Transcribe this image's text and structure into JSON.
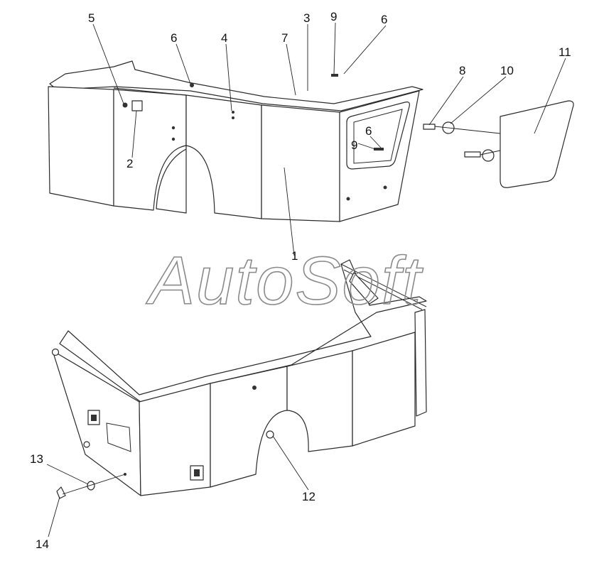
{
  "watermark": "AutoSoft",
  "callouts": [
    "1",
    "2",
    "3",
    "4",
    "5",
    "6",
    "6",
    "6",
    "7",
    "8",
    "9",
    "9",
    "10",
    "11",
    "12",
    "13",
    "14"
  ]
}
